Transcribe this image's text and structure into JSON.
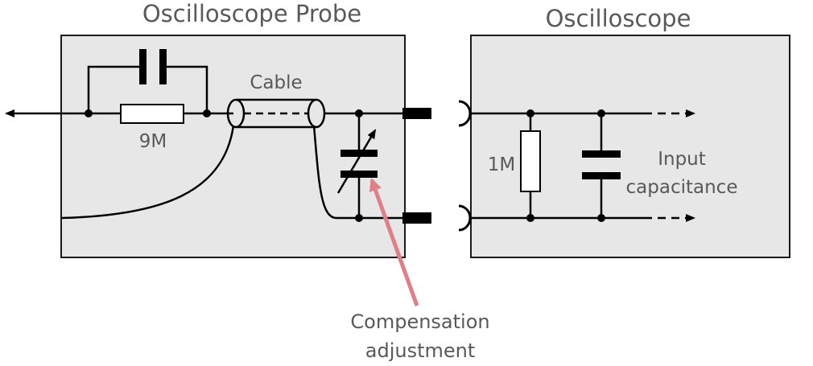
{
  "diagram": {
    "probe_title": "Oscilloscope Probe",
    "scope_title": "Oscilloscope",
    "cable_label": "Cable",
    "probe_resistor_label": "9M",
    "scope_resistor_label": "1M",
    "input_cap_label_line1": "Input",
    "input_cap_label_line2": "capacitance",
    "callout_line1": "Compensation",
    "callout_line2": "adjustment",
    "callout_color": "#e07f86",
    "box_fill": "#e7e7e7"
  }
}
